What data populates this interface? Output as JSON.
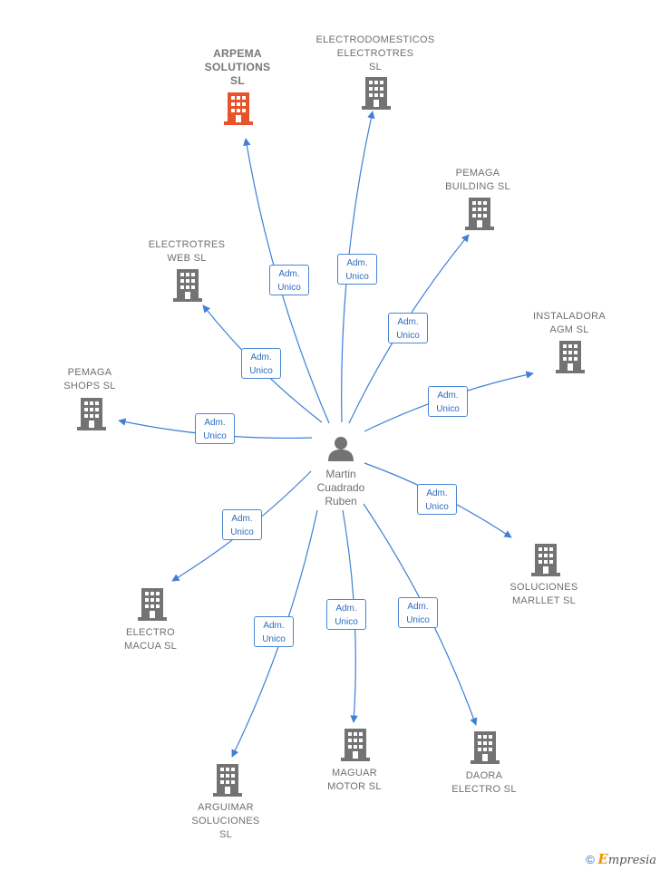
{
  "center": {
    "label": "Martin\nCuadrado\nRuben"
  },
  "relation_label": "Adm.\nUnico",
  "colors": {
    "edge": "#3f7fd6",
    "building": "#737373",
    "highlight": "#e8532a"
  },
  "nodes": [
    {
      "id": "arpema",
      "label": "ARPEMA\nSOLUTIONS\nSL",
      "highlight": true
    },
    {
      "id": "electrodom",
      "label": "ELECTRODOMESTICOS\nELECTROTRES\nSL"
    },
    {
      "id": "pemaga-bld",
      "label": "PEMAGA\nBUILDING  SL"
    },
    {
      "id": "electrotres",
      "label": "ELECTROTRES\nWEB  SL"
    },
    {
      "id": "instaladora",
      "label": "INSTALADORA\nAGM  SL"
    },
    {
      "id": "pemaga-shp",
      "label": "PEMAGA\nSHOPS  SL"
    },
    {
      "id": "soluciones",
      "label": "SOLUCIONES\nMARLLET  SL"
    },
    {
      "id": "electro-mac",
      "label": "ELECTRO\nMACUA  SL"
    },
    {
      "id": "arguimar",
      "label": "ARGUIMAR\nSOLUCIONES\nSL"
    },
    {
      "id": "maguar",
      "label": "MAGUAR\nMOTOR  SL"
    },
    {
      "id": "daora",
      "label": "DAORA\nELECTRO  SL"
    }
  ],
  "footer": {
    "copyright": "©",
    "brand_initial": "E",
    "brand_rest": "mpresia"
  }
}
